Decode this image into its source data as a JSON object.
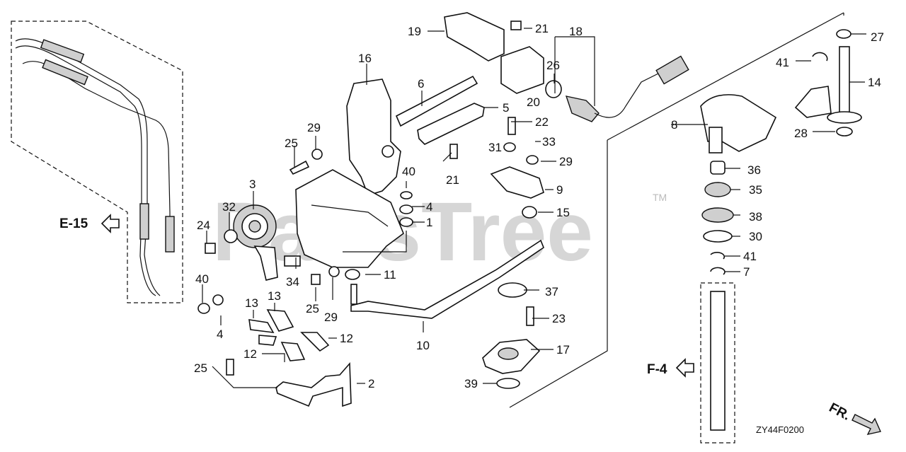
{
  "diagram": {
    "code": "ZY44F0200",
    "watermark": "PartsTree",
    "trademark": "TM",
    "refs": {
      "e15": "E-15",
      "f4": "F-4",
      "fr": "FR."
    },
    "parts": {
      "p1": "1",
      "p2": "2",
      "p3": "3",
      "p4a": "4",
      "p4b": "4",
      "p5": "5",
      "p6": "6",
      "p7": "7",
      "p8": "8",
      "p9": "9",
      "p10": "10",
      "p11": "11",
      "p12a": "12",
      "p12b": "12",
      "p13a": "13",
      "p13b": "13",
      "p14": "14",
      "p15": "15",
      "p16": "16",
      "p17": "17",
      "p18": "18",
      "p19": "19",
      "p20": "20",
      "p21a": "21",
      "p21b": "21",
      "p22": "22",
      "p23": "23",
      "p24": "24",
      "p25a": "25",
      "p25b": "25",
      "p25c": "25",
      "p26": "26",
      "p27": "27",
      "p28": "28",
      "p29a": "29",
      "p29b": "29",
      "p29c": "29",
      "p30": "30",
      "p31": "31",
      "p32": "32",
      "p33": "33",
      "p34": "34",
      "p35": "35",
      "p36": "36",
      "p37": "37",
      "p38": "38",
      "p39": "39",
      "p40a": "40",
      "p40b": "40",
      "p41a": "41",
      "p41b": "41"
    }
  }
}
